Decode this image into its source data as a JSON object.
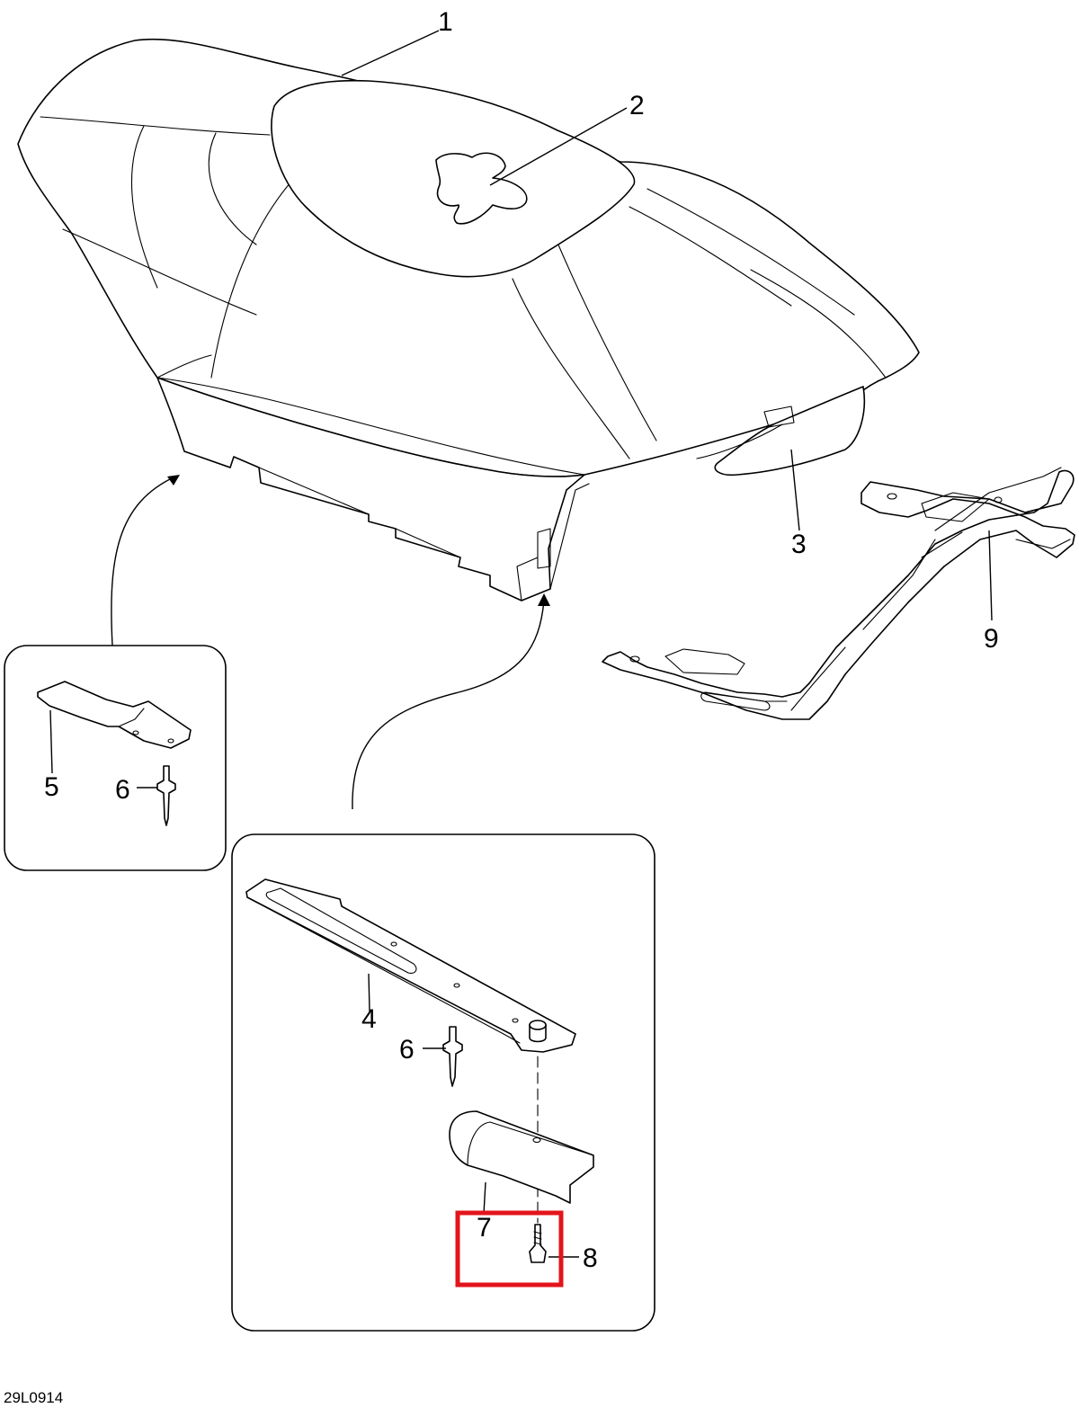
{
  "diagram": {
    "figure_id": "29L0914",
    "highlight_color": "#e3141b",
    "callouts": {
      "c1": "1",
      "c2": "2",
      "c3": "3",
      "c4": "4",
      "c5": "5",
      "c6_inset_a": "6",
      "c6_inset_b": "6",
      "c7": "7",
      "c8": "8",
      "c9": "9"
    }
  }
}
